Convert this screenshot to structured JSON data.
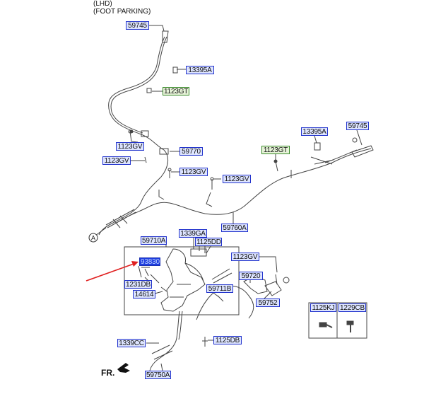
{
  "header": {
    "line1": "(LHD)",
    "line2": "(FOOT PARKING)"
  },
  "direction": {
    "fr": "FR."
  },
  "callout_letter": "A",
  "parts": {
    "p59745_top": "59745",
    "p13395A_top": "13395A",
    "p1123GT_top": "1123GT",
    "p1123GV_a": "1123GV",
    "p1123GV_b": "1123GV",
    "p59770": "59770",
    "p1123GV_c": "1123GV",
    "p1123GV_d": "1123GV",
    "p13395A_right": "13395A",
    "p59745_right": "59745",
    "p1123GT_right": "1123GT",
    "p59760A": "59760A",
    "p59710A": "59710A",
    "p1339GA": "1339GA",
    "p1125DD": "1125DD",
    "p93830": "93830",
    "p1231DB": "1231DB",
    "p14614": "14614",
    "p59711B": "59711B",
    "p1123GV_e": "1123GV",
    "p59720": "59720",
    "p59752": "59752",
    "p1125KJ": "1125KJ",
    "p1229CB": "1229CB",
    "p1339CC": "1339CC",
    "p1125DB": "1125DB",
    "p59750A": "59750A"
  },
  "colors": {
    "line": "#444444",
    "tag_border": "#2233cc",
    "tag_fill": "#dde4ff",
    "green_border": "#3a8a2a",
    "highlight": "#1f3fe0",
    "arrow": "#e02020"
  }
}
